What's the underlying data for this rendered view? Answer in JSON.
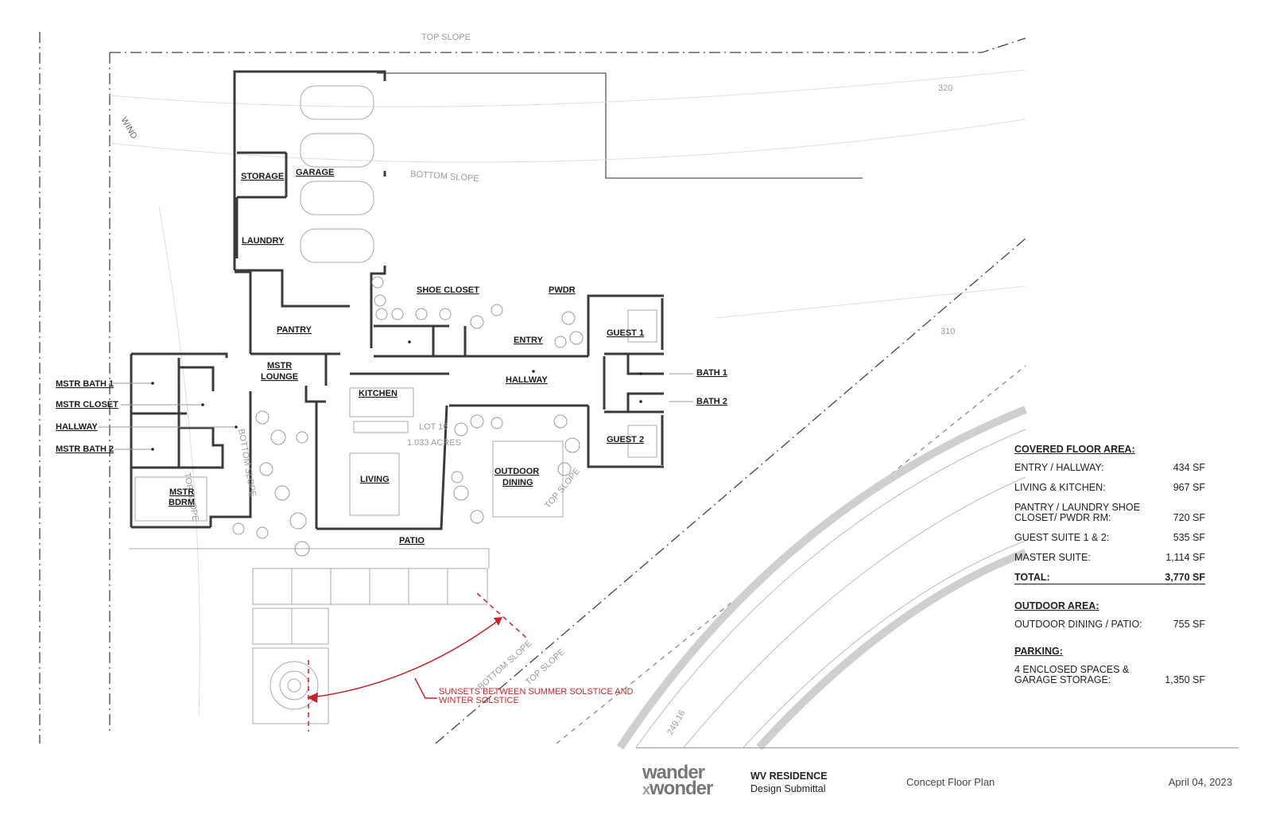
{
  "plan": {
    "site_labels": {
      "top_slope_north": "TOP SLOPE",
      "bottom_slope": "BOTTOM SLOPE",
      "wind": "WIND",
      "contour_320": "320",
      "contour_310": "310",
      "lot": "LOT 16",
      "lot_area": "1.033 ACRES",
      "bottom_slope_west": "BOTTOM SLOPE",
      "top_slope_west": "TOP SLOPE",
      "top_slope_dining": "TOP SLOPE",
      "top_slope_south": "TOP SLOPE",
      "bottom_slope_south": "BOTTOM SLOPE",
      "road_level": "249.16"
    },
    "rooms": {
      "storage": "STORAGE",
      "garage": "GARAGE",
      "laundry": "LAUNDRY",
      "shoe_closet": "SHOE CLOSET",
      "pwdr": "PWDR",
      "pantry": "PANTRY",
      "entry": "ENTRY",
      "guest1": "GUEST 1",
      "mstr_lounge_1": "MSTR",
      "mstr_lounge_2": "LOUNGE",
      "kitchen": "KITCHEN",
      "hallway": "HALLWAY",
      "bath1": "BATH 1",
      "bath2": "BATH 2",
      "guest2": "GUEST 2",
      "outdoor_dining_1": "OUTDOOR",
      "outdoor_dining_2": "DINING",
      "living": "LIVING",
      "mstr_bdrm_1": "MSTR",
      "mstr_bdrm_2": "BDRM",
      "patio": "PATIO"
    },
    "callouts": {
      "mstr_bath_1": "MSTR BATH 1",
      "mstr_closet": "MSTR CLOSET",
      "hallway": "HALLWAY",
      "mstr_bath_2": "MSTR BATH 2"
    },
    "sunset_note_1": "SUNSETS BETWEEN SUMMER SOLSTICE AND",
    "sunset_note_2": "WINTER SOLSTICE"
  },
  "summary": {
    "covered": {
      "heading": "COVERED FLOOR AREA:",
      "rows": [
        {
          "label": "ENTRY / HALLWAY:",
          "value": "434 SF"
        },
        {
          "label": "LIVING & KITCHEN:",
          "value": "967 SF"
        },
        {
          "label": "PANTRY / LAUNDRY SHOE CLOSET/ PWDR RM:",
          "value": "720 SF"
        },
        {
          "label": "GUEST SUITE 1 & 2:",
          "value": "535 SF"
        },
        {
          "label": "MASTER SUITE:",
          "value": "1,114 SF"
        }
      ],
      "total_label": "TOTAL:",
      "total_value": "3,770 SF"
    },
    "outdoor": {
      "heading": "OUTDOOR AREA:",
      "label": "OUTDOOR DINING / PATIO:",
      "value": "755 SF"
    },
    "parking": {
      "heading": "PARKING:",
      "label": "4 ENCLOSED SPACES & GARAGE STORAGE:",
      "value": "1,350 SF"
    }
  },
  "titleblock": {
    "logo_line1": "wander",
    "logo_line2_x": "x",
    "logo_line2": "wonder",
    "project_name": "WV RESIDENCE",
    "project_phase": "Design Submittal",
    "drawing_title": "Concept Floor Plan",
    "date": "April 04, 2023"
  },
  "colors": {
    "wall": "#3a3a3a",
    "site_line": "#444444",
    "annotation_red": "#c0272d",
    "faint": "#bbbbbb"
  }
}
